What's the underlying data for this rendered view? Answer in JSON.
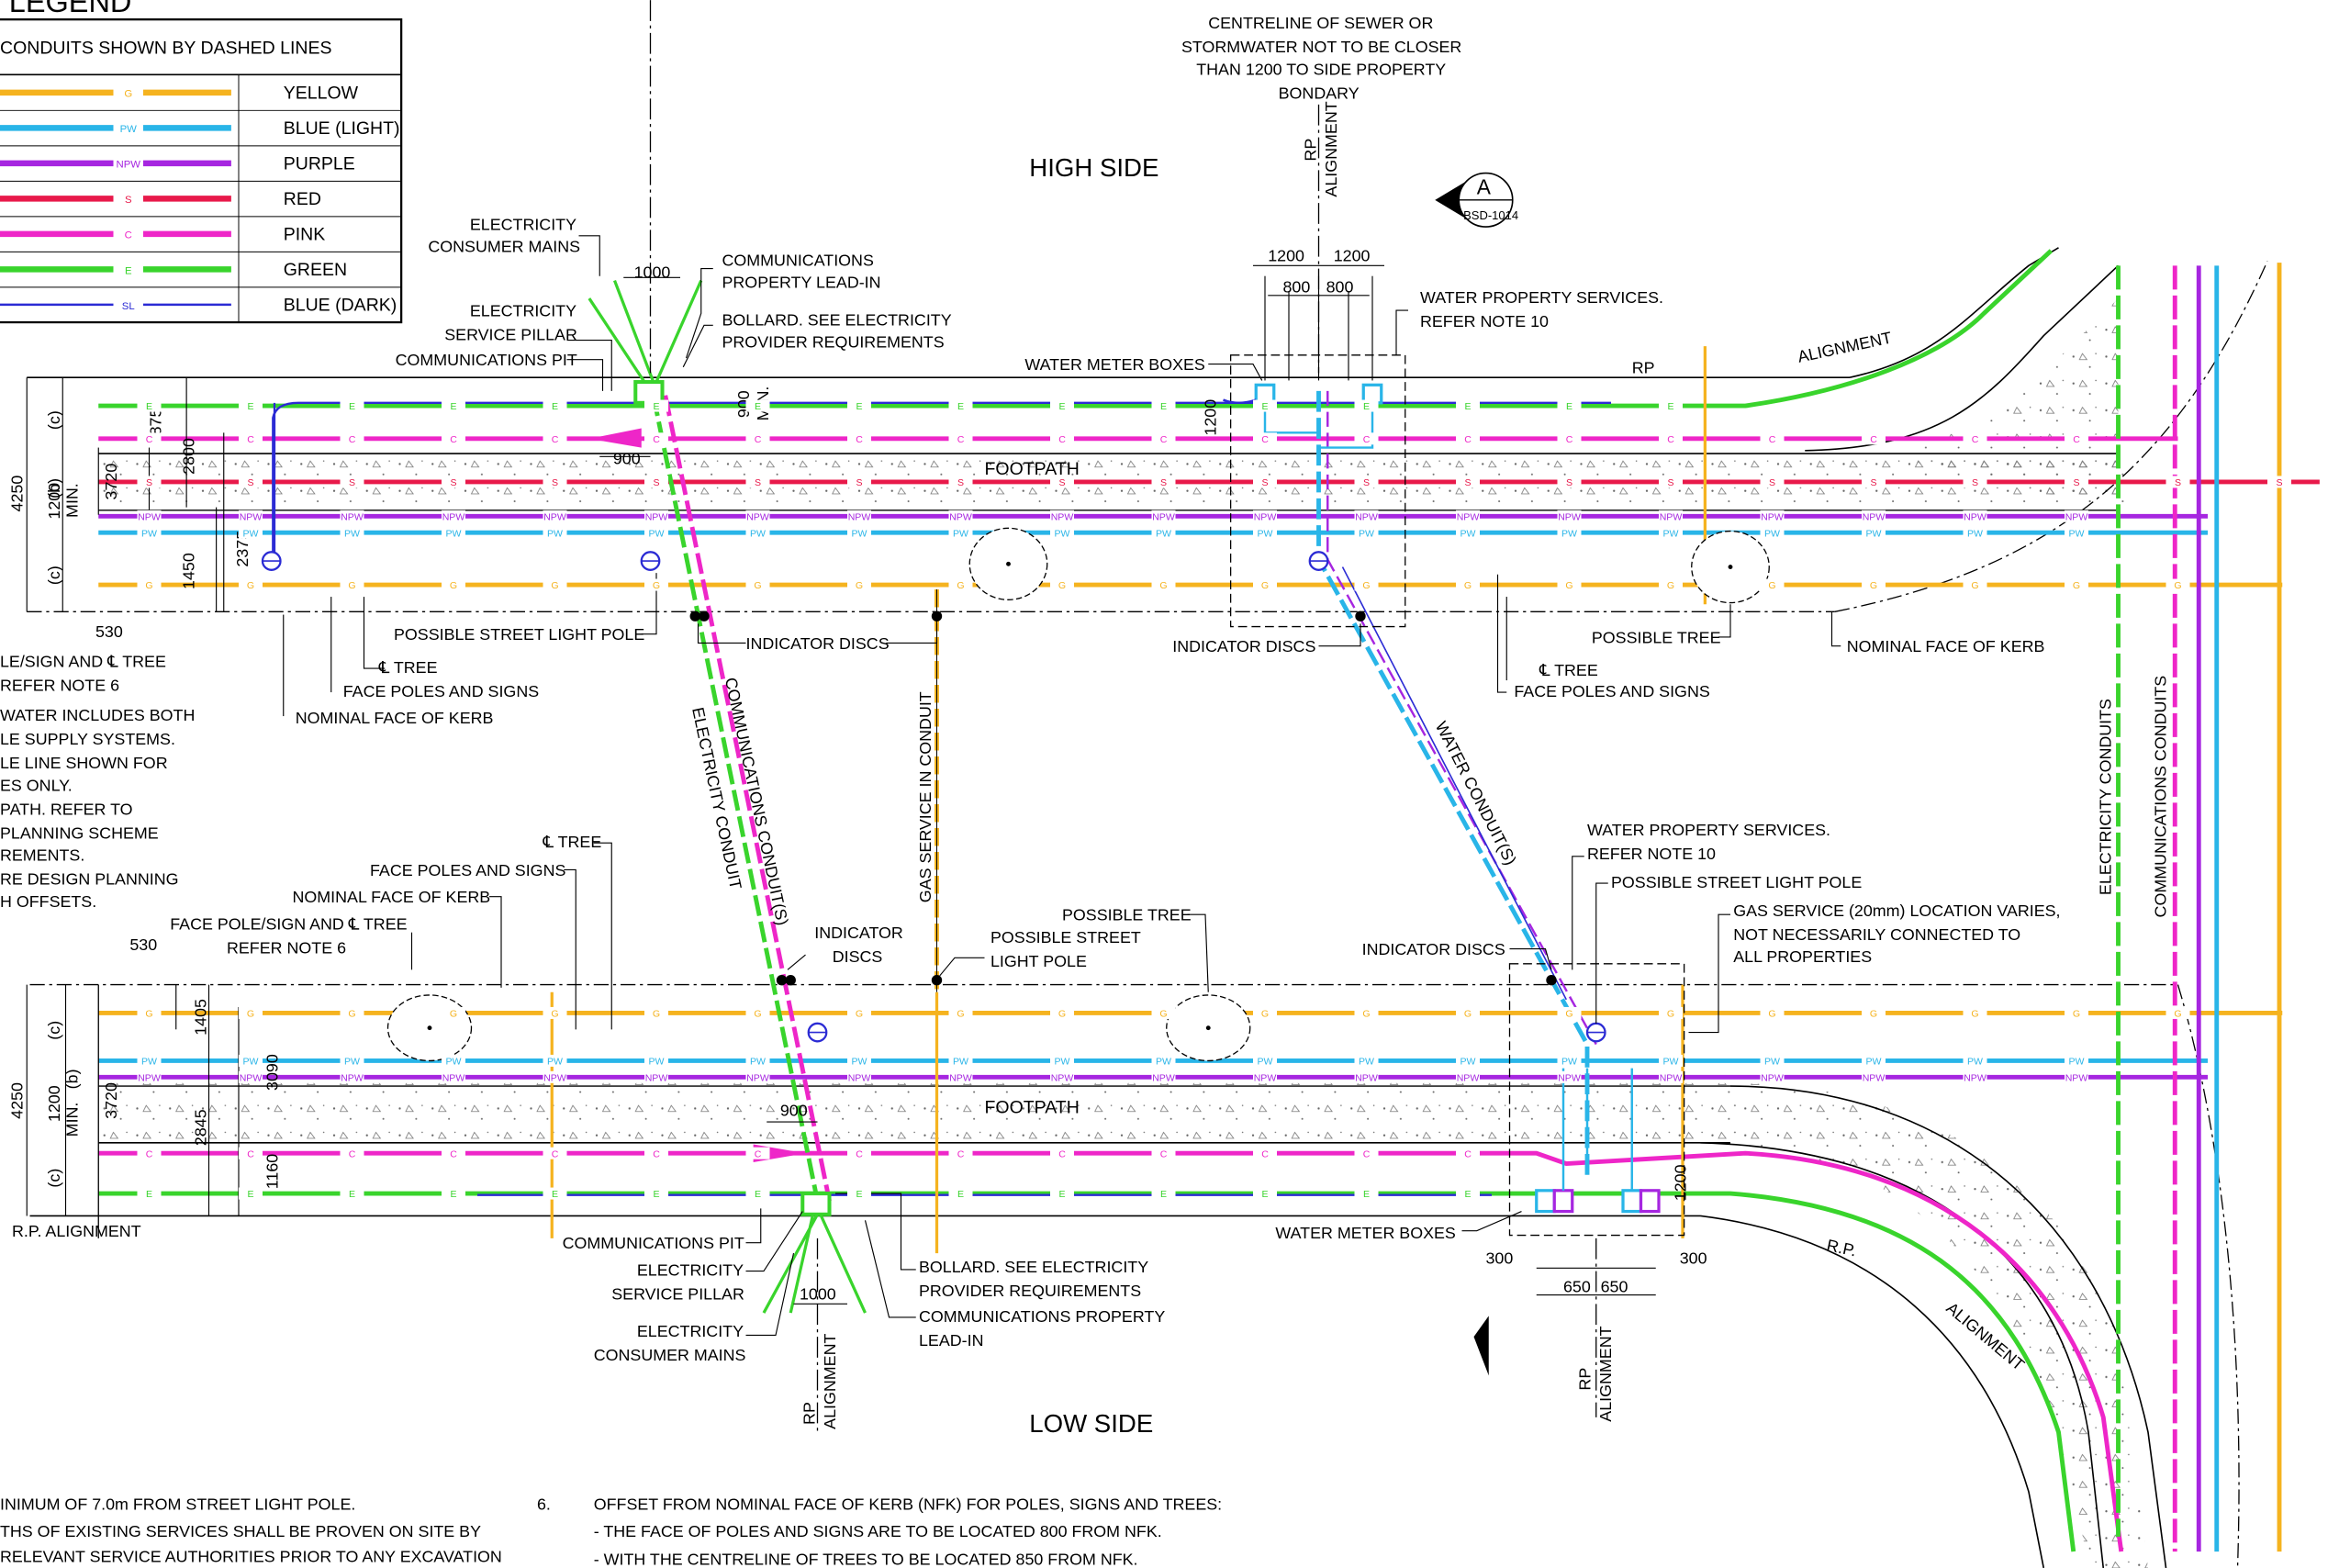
{
  "legend": {
    "title": "LEGEND",
    "subtitle": "CONDUITS SHOWN BY DASHED LINES",
    "items": [
      {
        "code": "G",
        "label": "YELLOW",
        "color": "#f5b31f"
      },
      {
        "code": "PW",
        "label": "BLUE (LIGHT)",
        "color": "#29b5e8"
      },
      {
        "code": "NPW",
        "label": "PURPLE",
        "color": "#a626e0"
      },
      {
        "code": "S",
        "label": "RED",
        "color": "#e8194a"
      },
      {
        "code": "C",
        "label": "PINK",
        "color": "#ee26c8"
      },
      {
        "code": "E",
        "label": "GREEN",
        "color": "#39d42c"
      },
      {
        "code": "SL",
        "label": "BLUE (DARK)",
        "color": "#2b2bd4"
      }
    ]
  },
  "headings": {
    "high_side": "HIGH SIDE",
    "low_side": "LOW SIDE",
    "footpath_top": "FOOTPATH",
    "footpath_bottom": "FOOTPATH",
    "section_marker": "A",
    "section_ref": "BSD-1014"
  },
  "top_labels": {
    "consumer_mains_1": "ELECTRICITY",
    "consumer_mains_2": "CONSUMER MAINS",
    "service_pillar_1": "ELECTRICITY",
    "service_pillar_2": "SERVICE PILLAR",
    "comms_pit": "COMMUNICATIONS PIT",
    "comms_leadin_1": "COMMUNICATIONS",
    "comms_leadin_2": "PROPERTY LEAD-IN",
    "bollard_1": "BOLLARD. SEE ELECTRICITY",
    "bollard_2": "PROVIDER REQUIREMENTS",
    "sewer_1": "CENTRELINE OF SEWER OR",
    "sewer_2": "STORMWATER NOT TO BE CLOSER",
    "sewer_3": "THAN 1200 TO SIDE PROPERTY",
    "sewer_4": "BONDARY",
    "water_services_1": "WATER PROPERTY SERVICES.",
    "water_services_2": "REFER NOTE 10",
    "water_meter_boxes": "WATER METER BOXES",
    "rp": "RP",
    "alignment": "ALIGNMENT",
    "rp_alignment_1": "RP",
    "rp_alignment_2": "ALIGNMENT",
    "possible_light_pole": "POSSIBLE STREET LIGHT POLE",
    "indicator_discs_1": "INDICATOR DISCS",
    "indicator_discs_2": "INDICATOR DISCS",
    "possible_tree": "POSSIBLE TREE",
    "nominal_kerb": "NOMINAL FACE OF KERB",
    "nominal_kerb_left": "NOMINAL FACE OF KERB",
    "cl_tree_1": "℄ TREE",
    "cl_tree_2": "℄ TREE",
    "face_poles_1": "FACE POLES AND SIGNS",
    "face_poles_2": "FACE POLES AND SIGNS",
    "pole_sign_left_1": "LE/SIGN AND ℄ TREE",
    "pole_sign_left_2": "REFER NOTE 6"
  },
  "mid_labels": {
    "comms_conduits": "COMMUNICATIONS CONDUIT(S)",
    "electricity_conduit": "ELECTRICITY CONDUIT",
    "gas_service": "GAS SERVICE IN CONDUIT",
    "water_conduits": "WATER CONDUIT(S)",
    "electricity_conduits_v": "ELECTRICITY CONDUITS",
    "communications_conduits_v": "COMMUNICATIONS CONDUITS",
    "left_note_1": "WATER INCLUDES BOTH",
    "left_note_2": "LE SUPPLY SYSTEMS.",
    "left_note_3": "LE LINE SHOWN FOR",
    "left_note_4": "ES ONLY.",
    "left_note_5": "PATH.  REFER TO",
    "left_note_6": " PLANNING SCHEME",
    "left_note_7": "REMENTS.",
    "left_note_8": "RE DESIGN PLANNING",
    "left_note_9": "H OFFSETS."
  },
  "bottom_labels": {
    "cl_tree": "℄ TREE",
    "face_poles": "FACE POLES AND SIGNS",
    "nominal_kerb": "NOMINAL FACE OF KERB",
    "face_pole_sign_1": "FACE POLE/SIGN AND ℄ TREE",
    "face_pole_sign_2": "REFER NOTE 6",
    "indicator_discs_a_1": "INDICATOR",
    "indicator_discs_a_2": "DISCS",
    "possible_light_1": "POSSIBLE STREET",
    "possible_light_2": "LIGHT POLE",
    "possible_tree": "POSSIBLE TREE",
    "indicator_discs_b": "INDICATOR DISCS",
    "water_services_1": "WATER PROPERTY SERVICES.",
    "water_services_2": "REFER NOTE 10",
    "possible_light_pole": "POSSIBLE STREET LIGHT POLE",
    "gas_service_1": "GAS SERVICE (20mm) LOCATION VARIES,",
    "gas_service_2": "NOT NECESSARILY CONNECTED TO",
    "gas_service_3": "ALL PROPERTIES",
    "comms_pit": "COMMUNICATIONS PIT",
    "service_pillar_1": "ELECTRICITY",
    "service_pillar_2": "SERVICE PILLAR",
    "consumer_mains_1": "ELECTRICITY",
    "consumer_mains_2": "CONSUMER MAINS",
    "bollard_1": "BOLLARD. SEE ELECTRICITY",
    "bollard_2": "PROVIDER REQUIREMENTS",
    "comms_leadin_1": "COMMUNICATIONS PROPERTY",
    "comms_leadin_2": "LEAD-IN",
    "water_meter_boxes": "WATER METER BOXES",
    "rp_alignment": "R.P. ALIGNMENT",
    "rp": "R.P.",
    "alignment": "ALIGNMENT",
    "rp_alignment_v1": "RP",
    "rp_alignment_v2": "ALIGNMENT",
    "rp_alignment_v3": "RP",
    "rp_alignment_v4": "ALIGNMENT"
  },
  "dimensions": {
    "top": {
      "d1000": "1000",
      "d900_min": "900",
      "min": "MIN.",
      "d900": "900",
      "d1200a": "1200",
      "d1200b": "1200",
      "d800a": "800",
      "d800b": "800",
      "d1200_box": "1200",
      "d4250": "4250",
      "c1": "(c)",
      "b": "(b)",
      "min_b": "MIN.",
      "d1200_min": "1200",
      "c2": "(c)",
      "d3720": "3720",
      "d1875": "1875",
      "d2800": "2800",
      "d2375": "2375",
      "d1450": "1450",
      "d530": "530"
    },
    "bottom": {
      "d530": "530",
      "d4250": "4250",
      "c1": "(c)",
      "b": "(b)",
      "min_b": "MIN.",
      "d1200_min": "1200",
      "c2": "(c)",
      "d3720": "3720",
      "d1405": "1405",
      "d3090": "3090",
      "d2845": "2845",
      "d1160": "1160",
      "d900": "900",
      "d1000": "1000",
      "d1200_box": "1200",
      "d300a": "300",
      "d650a": "650",
      "d650b": "650",
      "d300b": "300"
    }
  },
  "notes": {
    "n1": "INIMUM OF 7.0m FROM STREET LIGHT POLE.",
    "n2": "THS OF EXISTING SERVICES SHALL BE PROVEN ON SITE BY",
    "n3": " RELEVANT SERVICE AUTHORITIES PRIOR TO ANY EXCAVATION",
    "n6_num": "6.",
    "n6_title": "OFFSET FROM NOMINAL FACE OF KERB (NFK) FOR POLES, SIGNS AND TREES:",
    "n6_a": "-    THE FACE OF POLES AND SIGNS ARE TO BE LOCATED 800 FROM NFK.",
    "n6_b": "-    WITH THE CENTRELINE OF TREES TO BE LOCATED 850 FROM NFK."
  },
  "service_codes": {
    "yellow": "G",
    "light_blue": "PW",
    "purple": "NPW",
    "red": "S",
    "pink": "C",
    "green": "E",
    "dark_blue": "SL"
  }
}
